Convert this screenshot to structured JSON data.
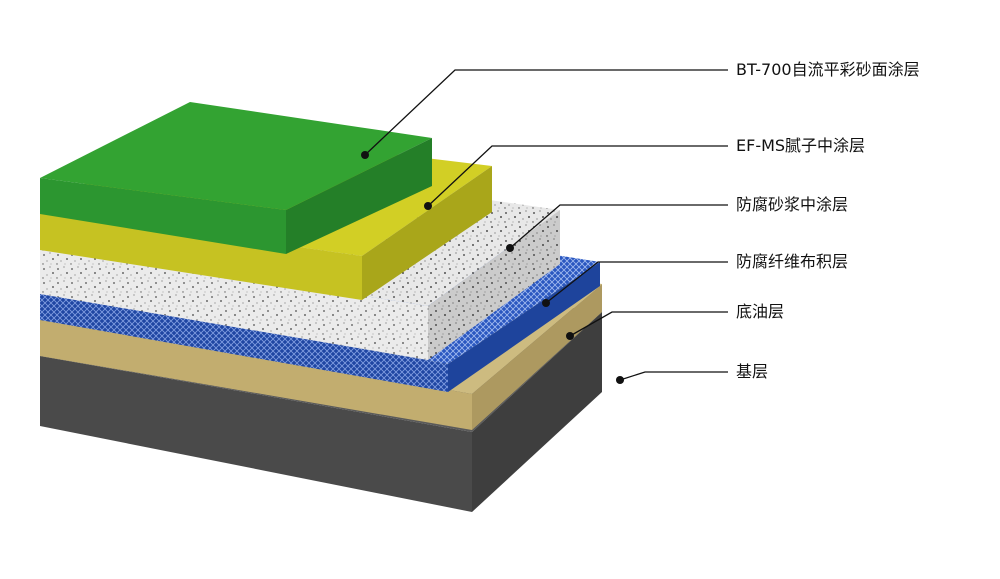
{
  "layers": [
    {
      "label": "BT-700自流平彩砂面涂层",
      "color": "#2f9a2c"
    },
    {
      "label": "EF-MS腻子中涂层",
      "color": "#c9c61d"
    },
    {
      "label": "防腐砂浆中涂层",
      "color": "#e4e4e4"
    },
    {
      "label": "防腐纤维布积层",
      "color": "#2b5cc4"
    },
    {
      "label": "底油层",
      "color": "#c9b77a"
    },
    {
      "label": "基层",
      "color": "#4c4c4c"
    }
  ]
}
